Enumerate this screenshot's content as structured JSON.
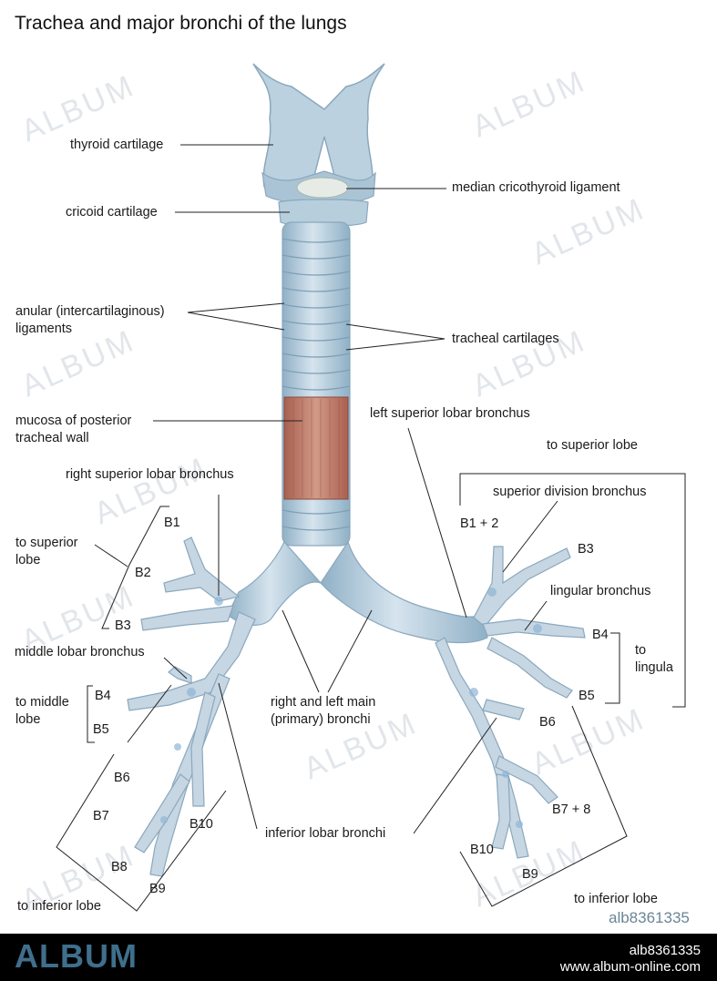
{
  "title": "Trachea and major bronchi of the lungs",
  "labels": {
    "thyroid_cartilage": "thyroid cartilage",
    "cricoid_cartilage": "cricoid cartilage",
    "median_cricothyroid": "median cricothyroid ligament",
    "anular_1": "anular (intercartilaginous)",
    "anular_2": "ligaments",
    "tracheal_cartilages": "tracheal cartilages",
    "mucosa_1": "mucosa of posterior",
    "mucosa_2": "tracheal wall",
    "left_superior_lobar": "left superior lobar bronchus",
    "right_superior_lobar": "right superior lobar bronchus",
    "to_superior_lobe_left_group": "to superior lobe",
    "superior_division": "superior division bronchus",
    "to_superior_lobe_right_1": "to superior",
    "to_superior_lobe_right_2": "lobe",
    "lingular_bronchus": "lingular bronchus",
    "middle_lobar": "middle lobar bronchus",
    "to_middle_1": "to middle",
    "to_middle_2": "lobe",
    "to_lingula_1": "to",
    "to_lingula_2": "lingula",
    "main_bronchi_1": "right and left main",
    "main_bronchi_2": "(primary) bronchi",
    "inferior_lobar": "inferior lobar bronchi",
    "to_inferior_lobe_right": "to inferior lobe",
    "to_inferior_lobe_left": "to inferior lobe"
  },
  "segments": {
    "r_b1": "B1",
    "r_b2": "B2",
    "r_b3": "B3",
    "r_b4": "B4",
    "r_b5": "B5",
    "r_b6": "B6",
    "r_b7": "B7",
    "r_b8": "B8",
    "r_b9": "B9",
    "r_b10": "B10",
    "l_b12": "B1 + 2",
    "l_b3": "B3",
    "l_b4": "B4",
    "l_b5": "B5",
    "l_b6": "B6",
    "l_b78": "B7 + 8",
    "l_b9": "B9",
    "l_b10": "B10"
  },
  "watermark": "ALBUM",
  "stamp": "alb8361335",
  "footer": {
    "logo": "ALBUM",
    "id": "alb8361335",
    "site": "www.album-online.com"
  },
  "colors": {
    "cartilage": "#b9cfdd",
    "cartilage_dark": "#8fb0c6",
    "mucosa": "#c98877"
  }
}
